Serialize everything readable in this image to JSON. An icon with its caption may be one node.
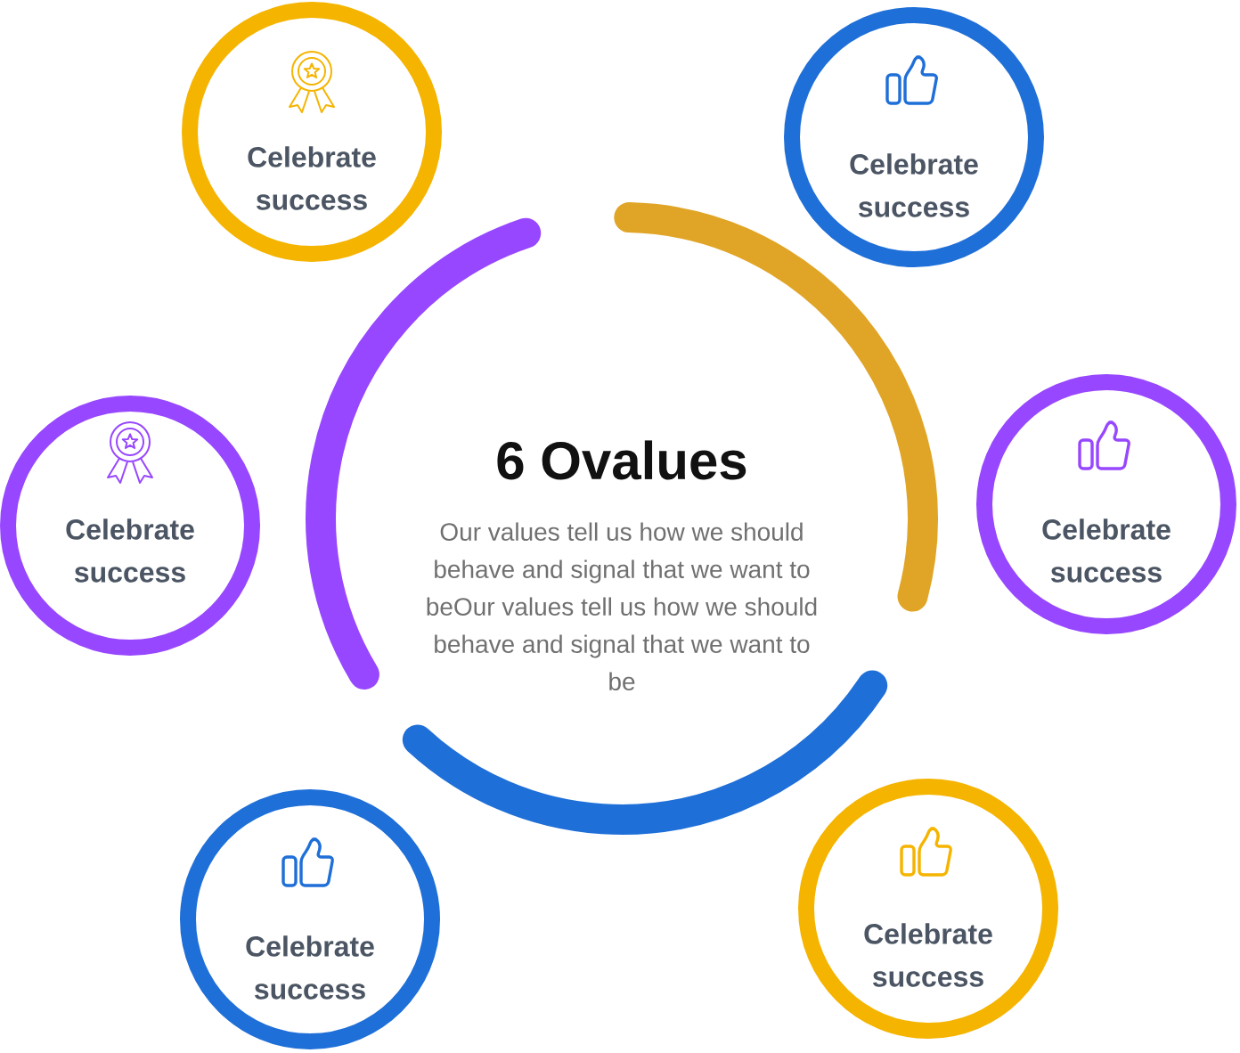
{
  "diagram": {
    "nodes": [
      {
        "text": [
          "Celebrate success"
        ]
      },
      {
        "text": [
          "Celebrate success"
        ]
      },
      {
        "text": [
          "6 Ovalues",
          "Our values tell us how we should behave and signal that we want to beOur values tell us how we should behave and signal that we want to be"
        ]
      },
      {
        "text": [
          "Celebrate success"
        ]
      },
      {
        "text": [
          "Celebrate success"
        ]
      },
      {
        "text": [
          "Celebrate success"
        ]
      },
      {
        "text": [
          "Celebrate success"
        ]
      }
    ]
  }
}
